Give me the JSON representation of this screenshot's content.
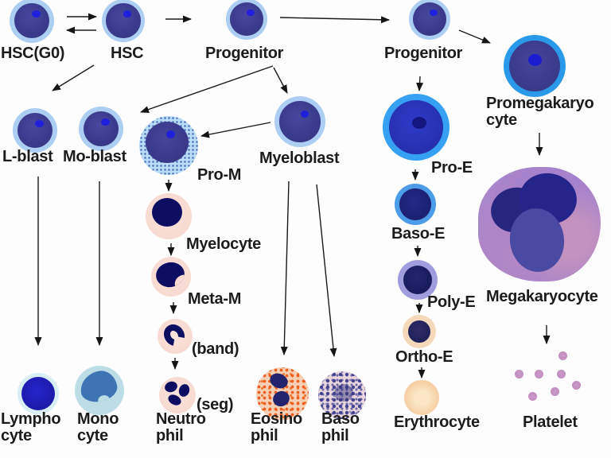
{
  "diagram": {
    "subject": "Hematopoiesis lineage diagram (blood cell differentiation)"
  },
  "nodes": {
    "hsc_g0": {
      "label": "HSC(G0)"
    },
    "hsc": {
      "label": "HSC"
    },
    "progenitor_1": {
      "label": "Progenitor"
    },
    "progenitor_2": {
      "label": "Progenitor"
    },
    "promegakaryocyte": {
      "label": "Promegakaryo\ncyte"
    },
    "l_blast": {
      "label": "L-blast"
    },
    "mo_blast": {
      "label": "Mo-blast"
    },
    "pro_m": {
      "label": "Pro-M"
    },
    "myeloblast": {
      "label": "Myeloblast"
    },
    "pro_e": {
      "label": "Pro-E"
    },
    "myelocyte": {
      "label": "Myelocyte"
    },
    "baso_e": {
      "label": "Baso-E"
    },
    "meta_m": {
      "label": "Meta-M"
    },
    "poly_e": {
      "label": "Poly-E"
    },
    "megakaryocyte": {
      "label": "Megakaryocyte"
    },
    "band": {
      "label": "(band)"
    },
    "ortho_e": {
      "label": "Ortho-E"
    },
    "seg": {
      "label": "(seg)"
    },
    "lymphocyte": {
      "label": "Lympho\ncyte"
    },
    "monocyte": {
      "label": "Mono\ncyte"
    },
    "neutrophil": {
      "label": "Neutro\nphil"
    },
    "eosinophil": {
      "label": "Eosino\nphil"
    },
    "basophil": {
      "label": "Baso\nphil"
    },
    "erythrocyte": {
      "label": "Erythrocyte"
    },
    "platelet": {
      "label": "Platelet",
      "dot_count": 7
    }
  },
  "edges": [
    {
      "from": "HSC(G0)",
      "to": "HSC"
    },
    {
      "from": "HSC",
      "to": "HSC(G0)"
    },
    {
      "from": "HSC",
      "to": "Progenitor"
    },
    {
      "from": "Progenitor",
      "to": "Progenitor (2nd)"
    },
    {
      "from": "HSC",
      "to": "L-blast"
    },
    {
      "from": "Progenitor",
      "to": "Mo-blast"
    },
    {
      "from": "Progenitor",
      "to": "Myeloblast"
    },
    {
      "from": "Progenitor (2nd)",
      "to": "Promegakaryocyte"
    },
    {
      "from": "Progenitor (2nd)",
      "to": "Pro-E"
    },
    {
      "from": "Myeloblast",
      "to": "Pro-M"
    },
    {
      "from": "Pro-M",
      "to": "Myelocyte"
    },
    {
      "from": "Myelocyte",
      "to": "Meta-M"
    },
    {
      "from": "Meta-M",
      "to": "(band)"
    },
    {
      "from": "(band)",
      "to": "(seg) Neutrophil"
    },
    {
      "from": "L-blast",
      "to": "Lymphocyte"
    },
    {
      "from": "Mo-blast",
      "to": "Monocyte"
    },
    {
      "from": "Myeloblast",
      "to": "Eosinophil"
    },
    {
      "from": "Myeloblast",
      "to": "Basophil"
    },
    {
      "from": "Pro-E",
      "to": "Baso-E"
    },
    {
      "from": "Baso-E",
      "to": "Poly-E"
    },
    {
      "from": "Poly-E",
      "to": "Ortho-E"
    },
    {
      "from": "Ortho-E",
      "to": "Erythrocyte"
    },
    {
      "from": "Promegakaryocyte",
      "to": "Megakaryocyte"
    },
    {
      "from": "Megakaryocyte",
      "to": "Platelet"
    }
  ],
  "colors": {
    "background": "#fdfdfd",
    "label_text": "#1c1c1c",
    "arrow": "#1a1a1a",
    "cell_ring_light_blue": "#abcef2",
    "cell_body_dark_blue": "#3a3a8c",
    "nucleolus_bright_blue": "#2020dc",
    "pro_e_ring_blue": "#36a0f3",
    "promegakaryocyte_ring_blue": "#2b99ea",
    "poly_e_ring_lavender": "#a09ddf",
    "ortho_e_ring_peach": "#f4d8ba",
    "erythrocyte_peach": "#f5cda1",
    "pink_cytoplasm": "#f8dad2",
    "navy_nucleus": "#0d0d62",
    "eosinophil_granules": "#ec5f20",
    "basophil_granules": "#45458f",
    "megakaryocyte_cytoplasm": "#ab86c9",
    "monocyte_body": "#bcdde6",
    "monocyte_nucleus": "#3e74b4",
    "lymphocyte_nucleus": "#1c1cae",
    "platelet_pink": "#bd87bc"
  }
}
